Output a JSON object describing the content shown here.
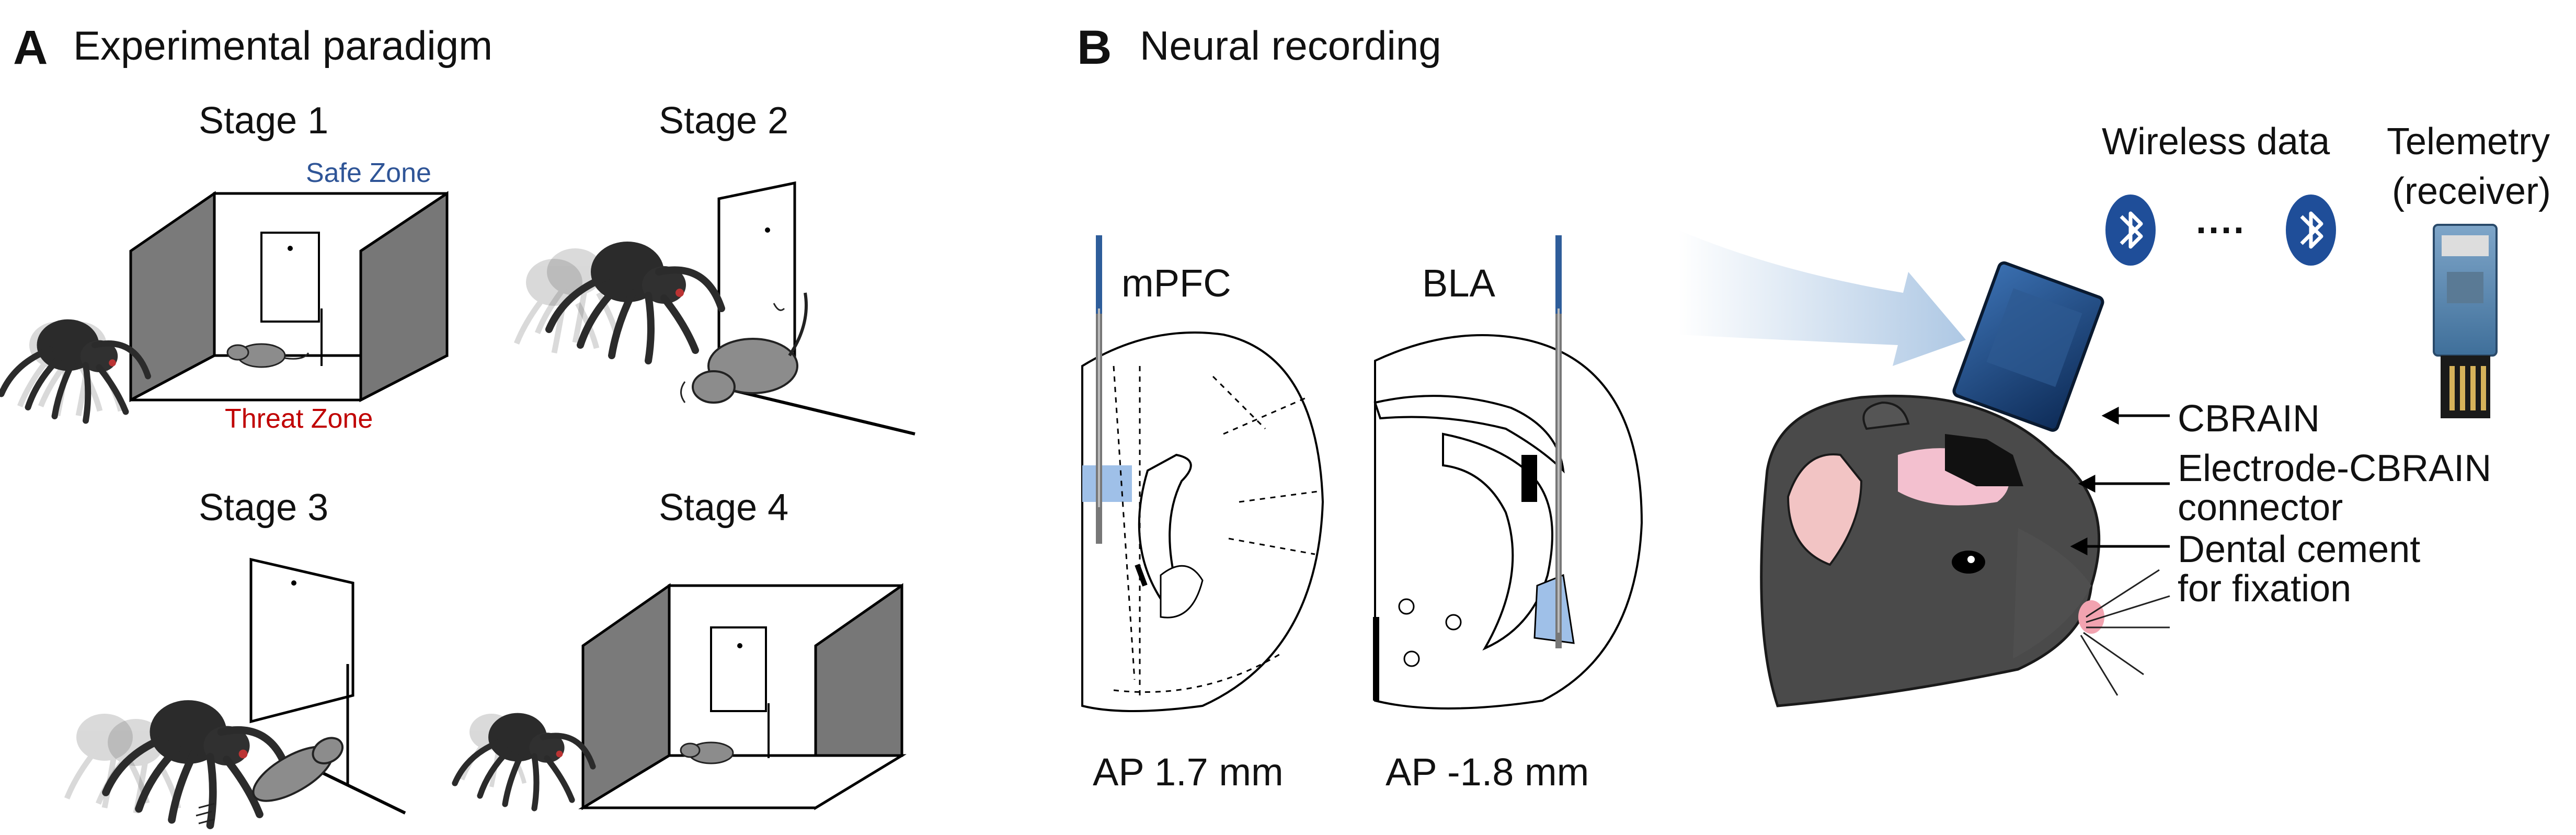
{
  "panel_a": {
    "letter": "A",
    "title": "Experimental paradigm",
    "stages": [
      "Stage 1",
      "Stage 2",
      "Stage 3",
      "Stage 4"
    ],
    "safe_zone": "Safe Zone",
    "threat_zone": "Threat Zone"
  },
  "panel_b": {
    "letter": "B",
    "title": "Neural recording",
    "regions": [
      "mPFC",
      "BLA"
    ],
    "ap_labels": [
      "AP 1.7 mm",
      "AP -1.8 mm"
    ],
    "wireless_data": "Wireless data",
    "dots": "····",
    "telemetry": [
      "Telemetry",
      "(receiver)"
    ],
    "labels": {
      "cbrain": "CBRAIN",
      "connector": [
        "Electrode-CBRAIN",
        "connector"
      ],
      "cement": [
        "Dental cement",
        "for fixation"
      ]
    }
  },
  "colors": {
    "safe_zone": "#2f5597",
    "threat_zone": "#c00000",
    "target_region": "#9fc0e8",
    "electrode": "#2e5d9a",
    "bluetooth": "#1f4e99",
    "mouse_body": "#4a4a4a",
    "mouse_ear": "#f2c4c4",
    "dental_cement": "#f3c0cf"
  }
}
